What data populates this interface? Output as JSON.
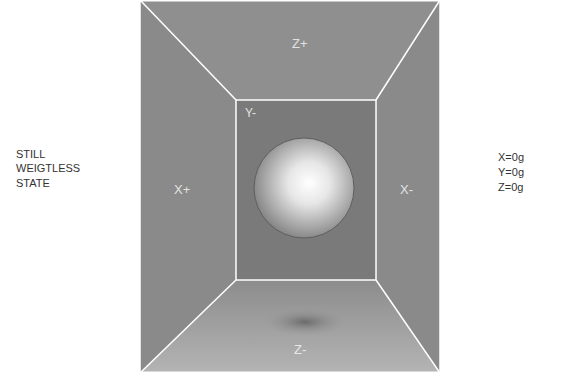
{
  "diagram": {
    "labels": [
      "Z+",
      "Y-",
      "X+",
      "X-",
      "Z-",
      "STILL WEIGTLESS STATE",
      "X=0g",
      "Y=0g",
      "Z=0g"
    ]
  }
}
